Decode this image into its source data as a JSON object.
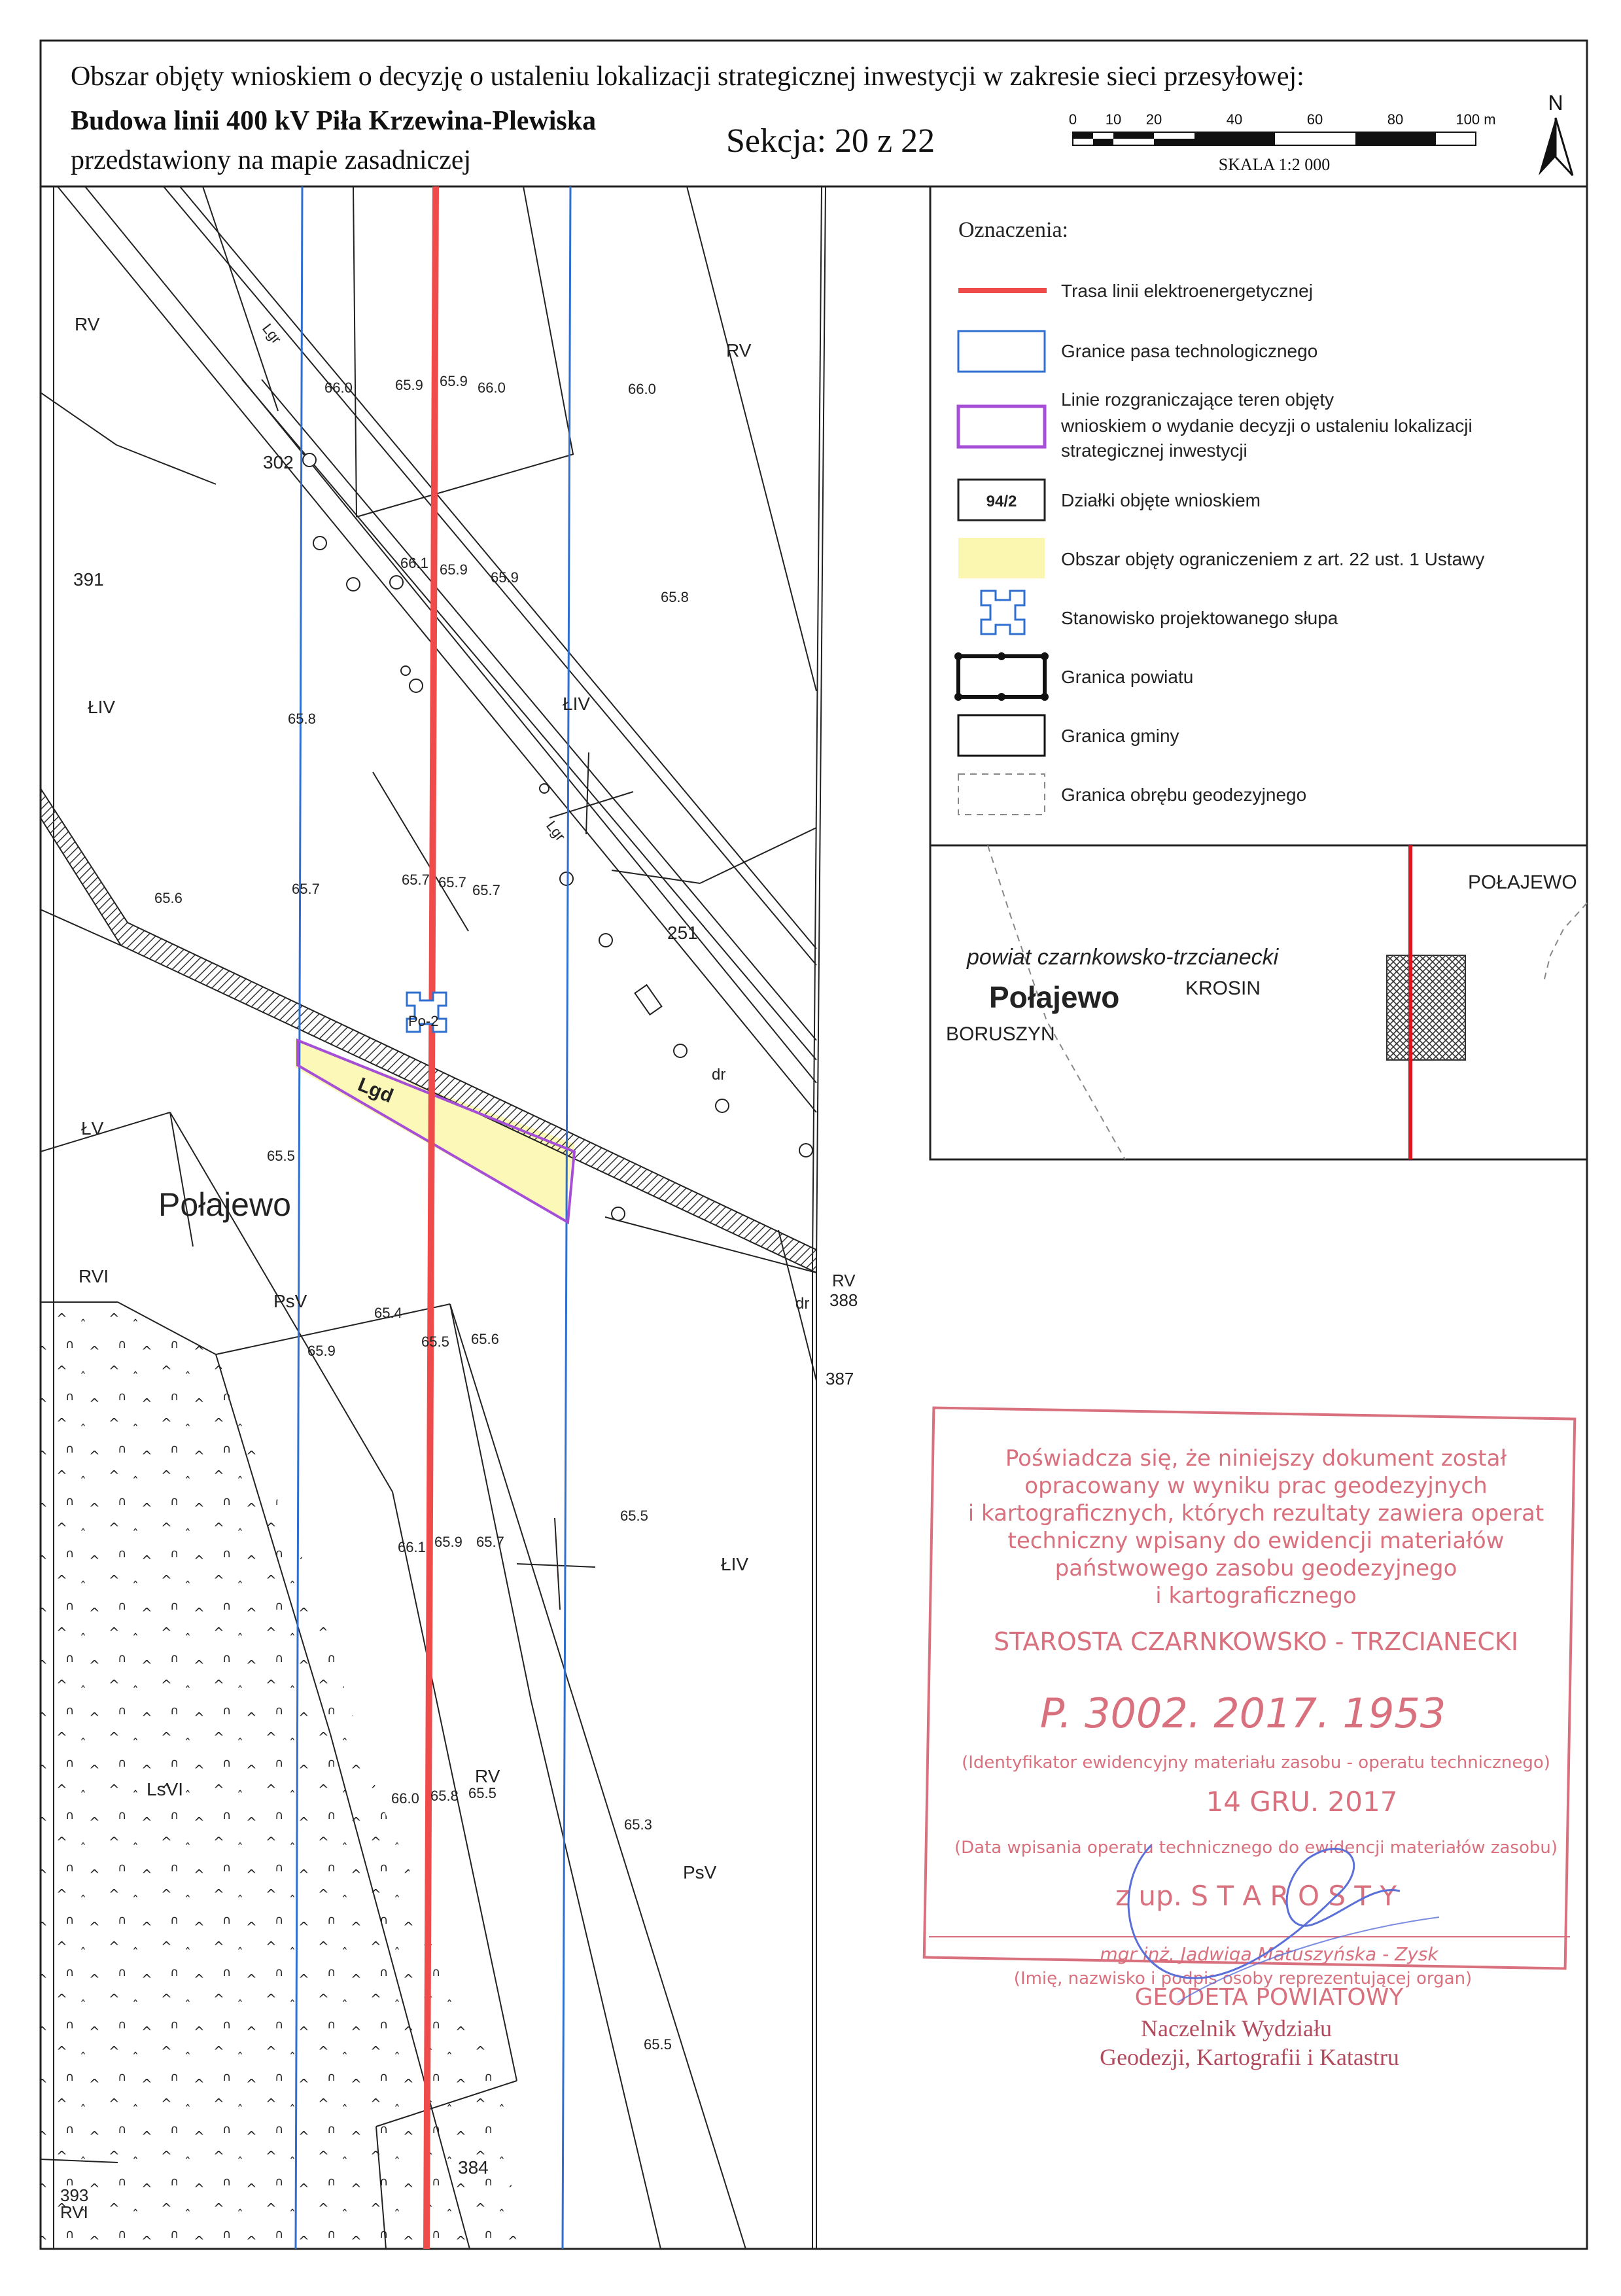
{
  "header": {
    "line1": "Obszar objęty wnioskiem o decyzję o ustaleniu lokalizacji strategicznej inwestycji w zakresie sieci przesyłowej:",
    "line2": "Budowa linii 400 kV Piła Krzewina-Plewiska",
    "line3": "przedstawiony na mapie zasadniczej",
    "section": "Sekcja: 20 z 22",
    "north": "N",
    "scale_ticks": [
      "0",
      "10",
      "20",
      "40",
      "60",
      "80",
      "100 m"
    ],
    "scale_label": "SKALA 1:2 000"
  },
  "legend": {
    "title": "Oznaczenia:",
    "items": [
      {
        "key": "route",
        "label": "Trasa linii elektroenergetycznej"
      },
      {
        "key": "tech_belt",
        "label": "Granice pasa technologicznego"
      },
      {
        "key": "boundary_lines",
        "label_lines": [
          "Linie rozgraniczające teren objęty",
          "wnioskiem o wydanie decyzji o ustaleniu lokalizacji",
          "strategicznej inwestycji"
        ]
      },
      {
        "key": "parcels",
        "label": "Działki objęte wnioskiem",
        "sample": "94/2"
      },
      {
        "key": "restricted",
        "label": "Obszar objęty ograniczeniem z art. 22 ust. 1 Ustawy"
      },
      {
        "key": "pylon",
        "label": "Stanowisko projektowanego słupa"
      },
      {
        "key": "county",
        "label": "Granica powiatu"
      },
      {
        "key": "commune",
        "label": "Granica gminy"
      },
      {
        "key": "precinct",
        "label": "Granica obrębu geodezyjnego"
      }
    ],
    "colors": {
      "route": "#f04b4b",
      "tech_belt": "#2f6fd0",
      "boundary_lines": "#a64fd6",
      "parcel_text": "#7b1f6a",
      "restricted": "#fbf7b0"
    }
  },
  "inset": {
    "county": "powiat czarnkowsko-trzcianecki",
    "commune": "Połajewo",
    "precincts": [
      "KROSIN",
      "BORUSZYN",
      "POŁAJEWO"
    ]
  },
  "map": {
    "parcels": [
      "302",
      "391",
      "251",
      "388",
      "387",
      "384",
      "393"
    ],
    "land_classes": [
      "RV",
      "RV",
      "ŁIV",
      "ŁIV",
      "ŁV",
      "RVI",
      "PsV",
      "ŁIV",
      "LsVI",
      "RV",
      "PsV",
      "RV",
      "RVI"
    ],
    "place_name": "Połajewo",
    "pylon_label": "Po-2",
    "restricted_label": "Lgd",
    "road_labels": [
      "Lgr",
      "Lgr",
      "dr",
      "dr"
    ],
    "heights": [
      "66.0",
      "65.9",
      "65.9",
      "66.0",
      "66.0",
      "66.1",
      "65.9",
      "65.9",
      "65.8",
      "65.8",
      "65.6",
      "65.7",
      "65.7",
      "65.7",
      "65.7",
      "65.5",
      "65.4",
      "65.5",
      "65.6",
      "65.9",
      "65.5",
      "66.1",
      "65.9",
      "65.7",
      "66.0",
      "65.8",
      "65.5",
      "65.3",
      "65.5"
    ]
  },
  "stamp": {
    "lines": [
      "Poświadcza się, że niniejszy dokument został",
      "opracowany w wyniku prac geodezyjnych",
      "i kartograficznych, których rezultaty zawiera operat",
      "techniczny wpisany do ewidencji materiałów",
      "państwowego zasobu geodezyjnego",
      "i kartograficznego"
    ],
    "authority": "STAROSTA CZARNKOWSKO - TRZCIANECKI",
    "identifier": "P. 3002. 2017. 1953",
    "identifier_caption": "(Identyfikator ewidencyjny materiału zasobu - operatu technicznego)",
    "date": "14 GRU. 2017",
    "date_caption": "(Data wpisania operatu technicznego do ewidencji materiałów zasobu)",
    "zup": "z up. S T A R O S T Y",
    "name": "mgr inż. Jadwiga Matuszyńska - Zysk",
    "name_caption": "(Imię, nazwisko i podpis osoby reprezentującej organ)",
    "title1": "GEODETA POWIATOWY",
    "title2": "Naczelnik Wydziału",
    "title3": "Geodezji, Kartografii i Katastru"
  }
}
